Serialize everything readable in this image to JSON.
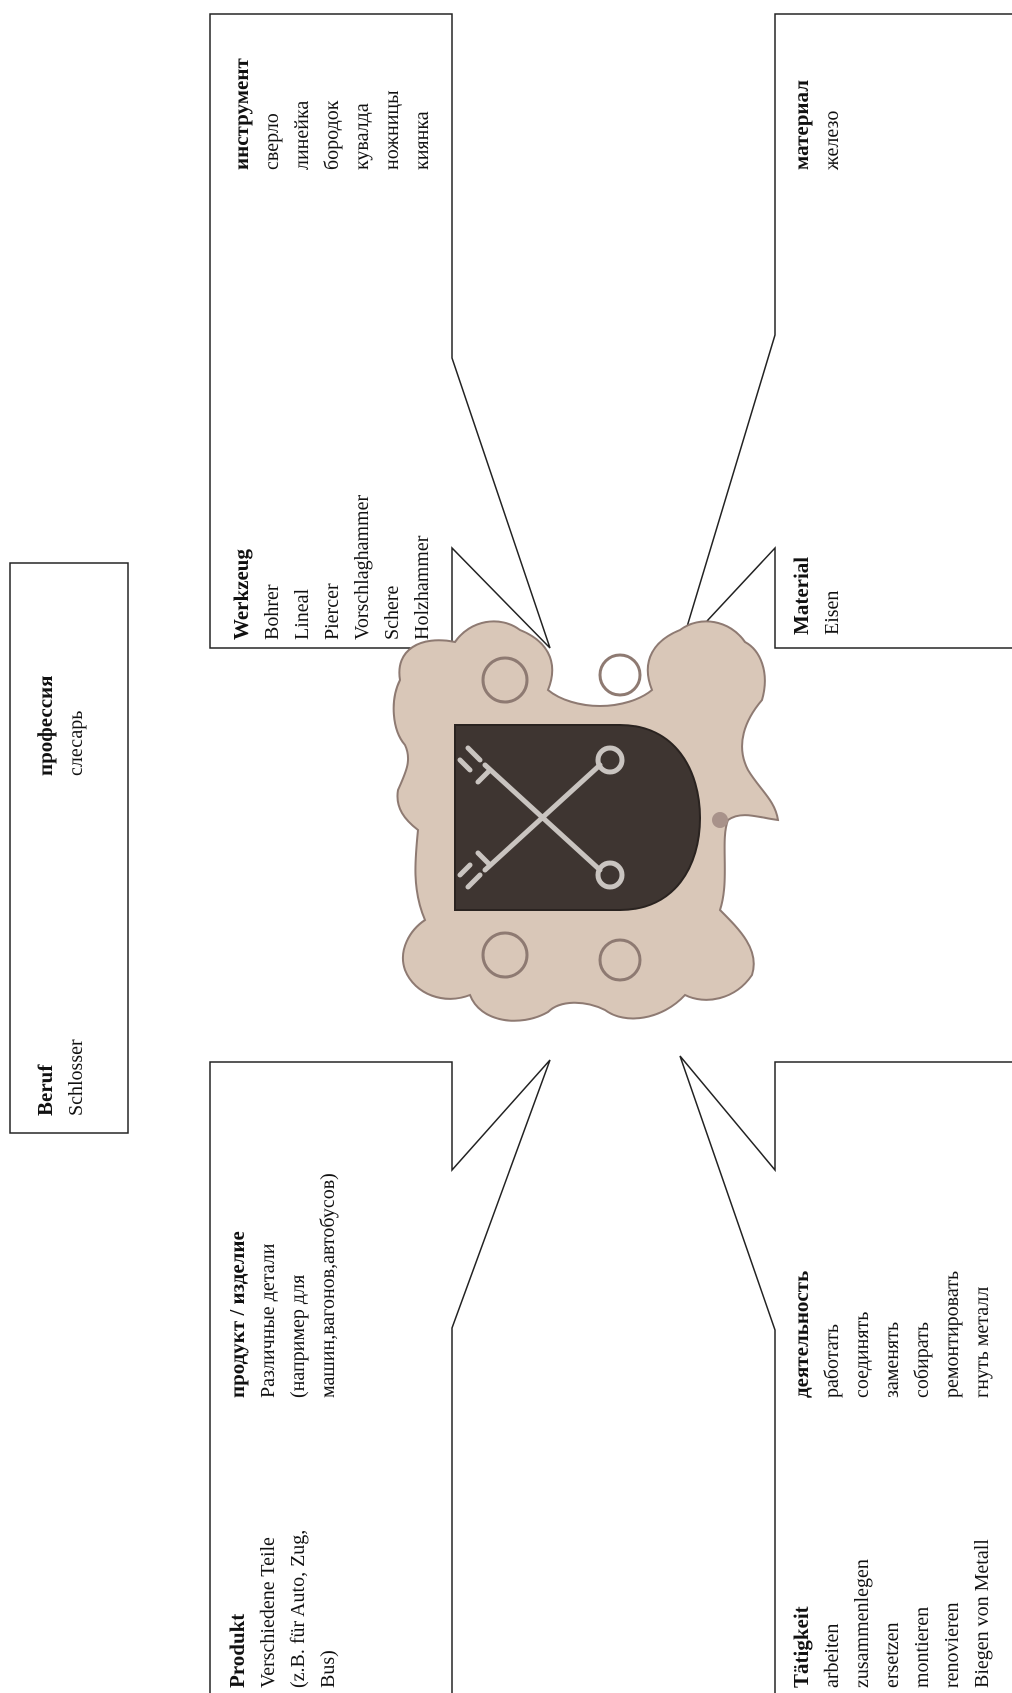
{
  "profession": {
    "de": {
      "heading": "Beruf",
      "value": "Schlosser"
    },
    "ru": {
      "heading": "профессия",
      "value": "слесарь"
    }
  },
  "tools": {
    "de": {
      "heading": "Werkzeug",
      "items": [
        "Bohrer",
        "Lineal",
        "Piercer",
        "Vorschlaghammer",
        "Schere",
        "Holzhammer"
      ]
    },
    "ru": {
      "heading": "инструмент",
      "items": [
        "сверло",
        "линейка",
        "бородок",
        "кувалда",
        "ножницы",
        "киянка"
      ]
    }
  },
  "material": {
    "de": {
      "heading": "Material",
      "items": [
        "Eisen"
      ]
    },
    "ru": {
      "heading": "материал",
      "items": [
        "железо"
      ]
    }
  },
  "product": {
    "de": {
      "heading": "Produkt",
      "items": [
        "Verschiedene Teile",
        "(z.B. für Auto, Zug,",
        "Bus)"
      ]
    },
    "ru": {
      "heading": "продукт / изделие",
      "items": [
        "Различные детали",
        "(например для",
        "машин,вагонов,автобусов)"
      ]
    }
  },
  "activity": {
    "de": {
      "heading": "Tätigkeit",
      "items": [
        "arbeiten",
        "zusammenlegen",
        "ersetzen",
        "montieren",
        "renovieren",
        "Biegen von Metall"
      ]
    },
    "ru": {
      "heading": "деятельность",
      "items": [
        "работать",
        "соединять",
        "заменять",
        "собирать",
        "ремонтировать",
        "гнуть металл"
      ]
    }
  },
  "emblem": {
    "icon": "crossed-keys-coat-of-arms-icon",
    "colors": {
      "frame": "#d9c7b8",
      "frame_shadow": "#a8928a",
      "shield": "#3e3531",
      "keys": "#c9c4c0"
    }
  }
}
